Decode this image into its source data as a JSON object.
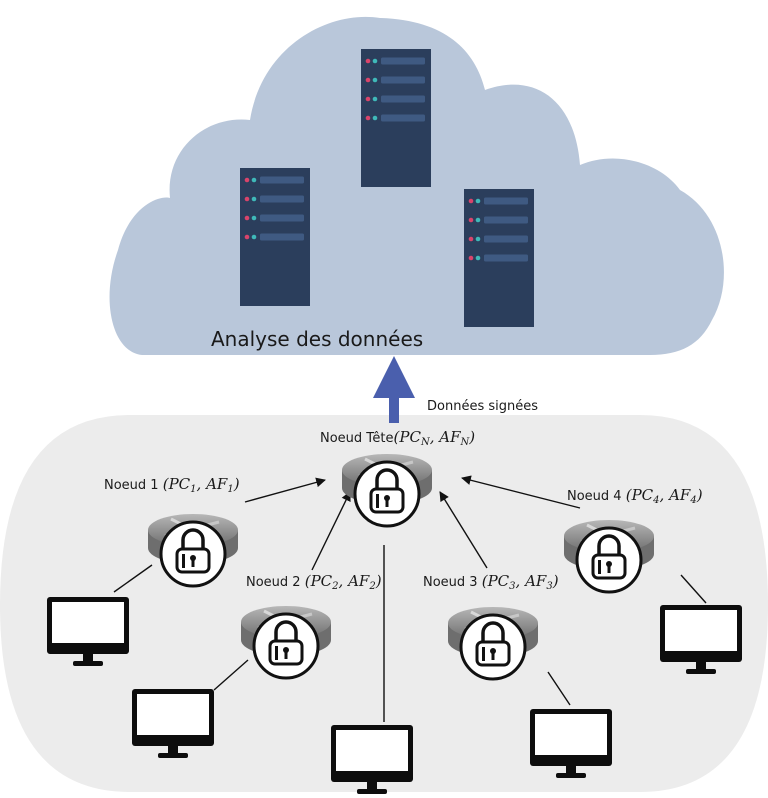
{
  "cloud": {
    "label": "Analyse des données",
    "color": "#b9c7da"
  },
  "network_area": {
    "color": "#ececec"
  },
  "arrow": {
    "label": "Données signées",
    "color": "#4a5fad"
  },
  "head_node": {
    "prefix": "Noeud Tête",
    "pc": "PC",
    "pc_sub": "N",
    "af": "AF",
    "af_sub": "N"
  },
  "nodes": [
    {
      "prefix": "Noeud 1 ",
      "pc": "PC",
      "pc_sub": "1",
      "af": "AF",
      "af_sub": "1"
    },
    {
      "prefix": "Noeud 2 ",
      "pc": "PC",
      "pc_sub": "2",
      "af": "AF",
      "af_sub": "2"
    },
    {
      "prefix": "Noeud 3 ",
      "pc": "PC",
      "pc_sub": "3",
      "af": "AF",
      "af_sub": "3"
    },
    {
      "prefix": "Noeud 4 ",
      "pc": "PC",
      "pc_sub": "4",
      "af": "AF",
      "af_sub": "4"
    }
  ],
  "colors": {
    "server_body": "#2b3e5c",
    "server_slot": "#3f5a82",
    "led_red": "#d9446b",
    "led_teal": "#3fb9b9",
    "router": "#8e8e8e"
  }
}
